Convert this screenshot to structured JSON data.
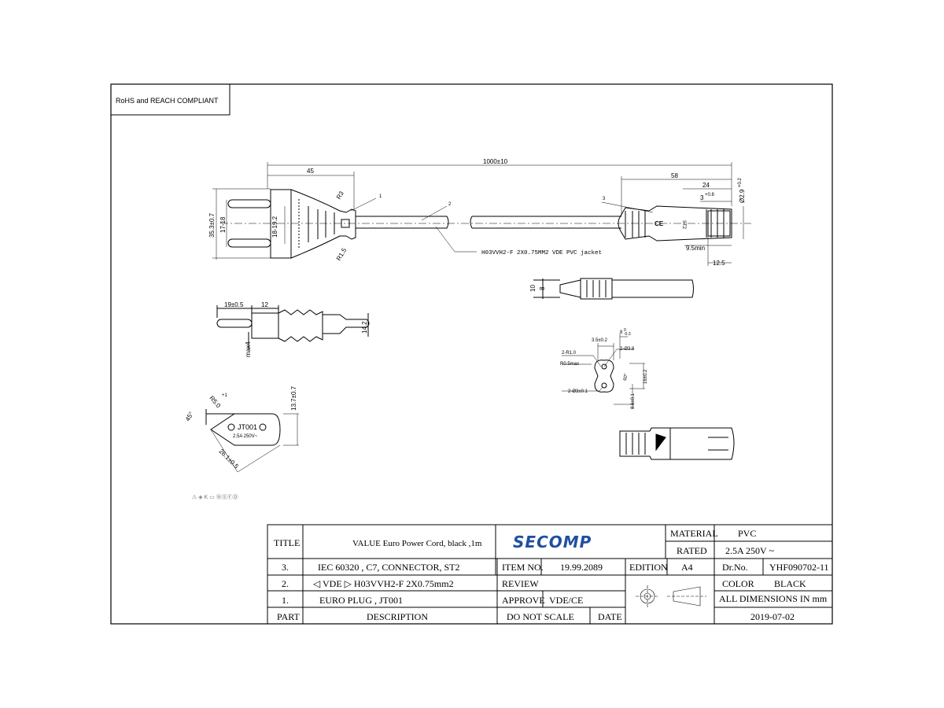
{
  "compliance_note": "RoHS and REACH COMPLIANT",
  "dimensions": {
    "overall_length": "1000±10",
    "plug_length": "45",
    "connector_length": "58",
    "dim_24": "24",
    "dim_3": "3",
    "dim_3_tol": "+0.8",
    "dim_3_tol2": "0",
    "pin_dia": "Ø2.9",
    "pin_dia_tol": "+0.2",
    "pin_dia_tol2": "0",
    "min_95": "9.5min",
    "dim_125": "12.5",
    "plug_height": "35.3±0.7",
    "pin_spacing": "17-18",
    "body_width": "18-19.2",
    "radius_r3": "R3",
    "radius_r15": "R1.5",
    "cable_spec": "H03VVH2-F 2X0.75MM2  VDE PVC  jacket",
    "callout_1": "1",
    "callout_2": "2",
    "callout_3": "3",
    "conn_side_10": "10",
    "conn_side_8": "8",
    "pin_len": "19±0.5",
    "insul_len": "12",
    "plug_thick": "14.2",
    "max4": "max4",
    "face_r5": "R5.0",
    "face_r5_tol": "+1",
    "face_angle": "45°",
    "face_h": "13.7±0.7",
    "face_w": "26.1±0.5",
    "face_mark": "JT001",
    "face_rating": "2.5A  250V~",
    "c7_w_35": "3.5±0.2",
    "c7_8": "8",
    "c7_8_tol": "0",
    "c7_8_tol2": "-0.3",
    "c7_2r1": "2-R1.0",
    "c7_2d38": "2-Ø3.8",
    "c7_r05": "R0.5max",
    "c7_2d3": "2-Ø3±0.1",
    "c7_16": "16±0.2",
    "c7_60": "60°",
    "c7_86": "8.6±0.1",
    "ce_mark": "CE",
    "st2_mark": "ST2",
    "approval_marks": "⚠ ◈ K ▭ ⓃⓈⒻⒹ"
  },
  "title_block": {
    "title_label": "TITLE",
    "title_value": "VALUE Euro Power Cord, black ,1m",
    "logo": "SECOMP",
    "material_label": "MATERIAL",
    "material_value": "PVC",
    "rated_label": "RATED",
    "rated_value": "2.5A 250V ~",
    "row3_no": "3.",
    "row3_desc": "IEC 60320 , C7, CONNECTOR,  ST2",
    "item_no_label": "ITEM NO.",
    "item_no_value": "19.99.2089",
    "edition_label": "EDITION",
    "edition_value": "A4",
    "drno_label": "Dr.No.",
    "drno_value": "YHF090702-11",
    "row2_no": "2.",
    "row2_desc": "◁ VDE ▷  H03VVH2-F  2X0.75mm2",
    "review_label": "REVIEW",
    "color_label": "COLOR",
    "color_value": "BLACK",
    "row1_no": "1.",
    "row1_desc": "EURO  PLUG , JT001",
    "approve_label": "APPROVE",
    "approve_value": "VDE/CE",
    "all_dims": "ALL DIMENSIONS IN mm",
    "part_label": "PART",
    "desc_label": "DESCRIPTION",
    "do_not_scale": "DO NOT SCALE",
    "date_label": "DATE",
    "date_value": "2019-07-02"
  },
  "colors": {
    "logo": "#1f4fa0",
    "line": "#000000"
  }
}
